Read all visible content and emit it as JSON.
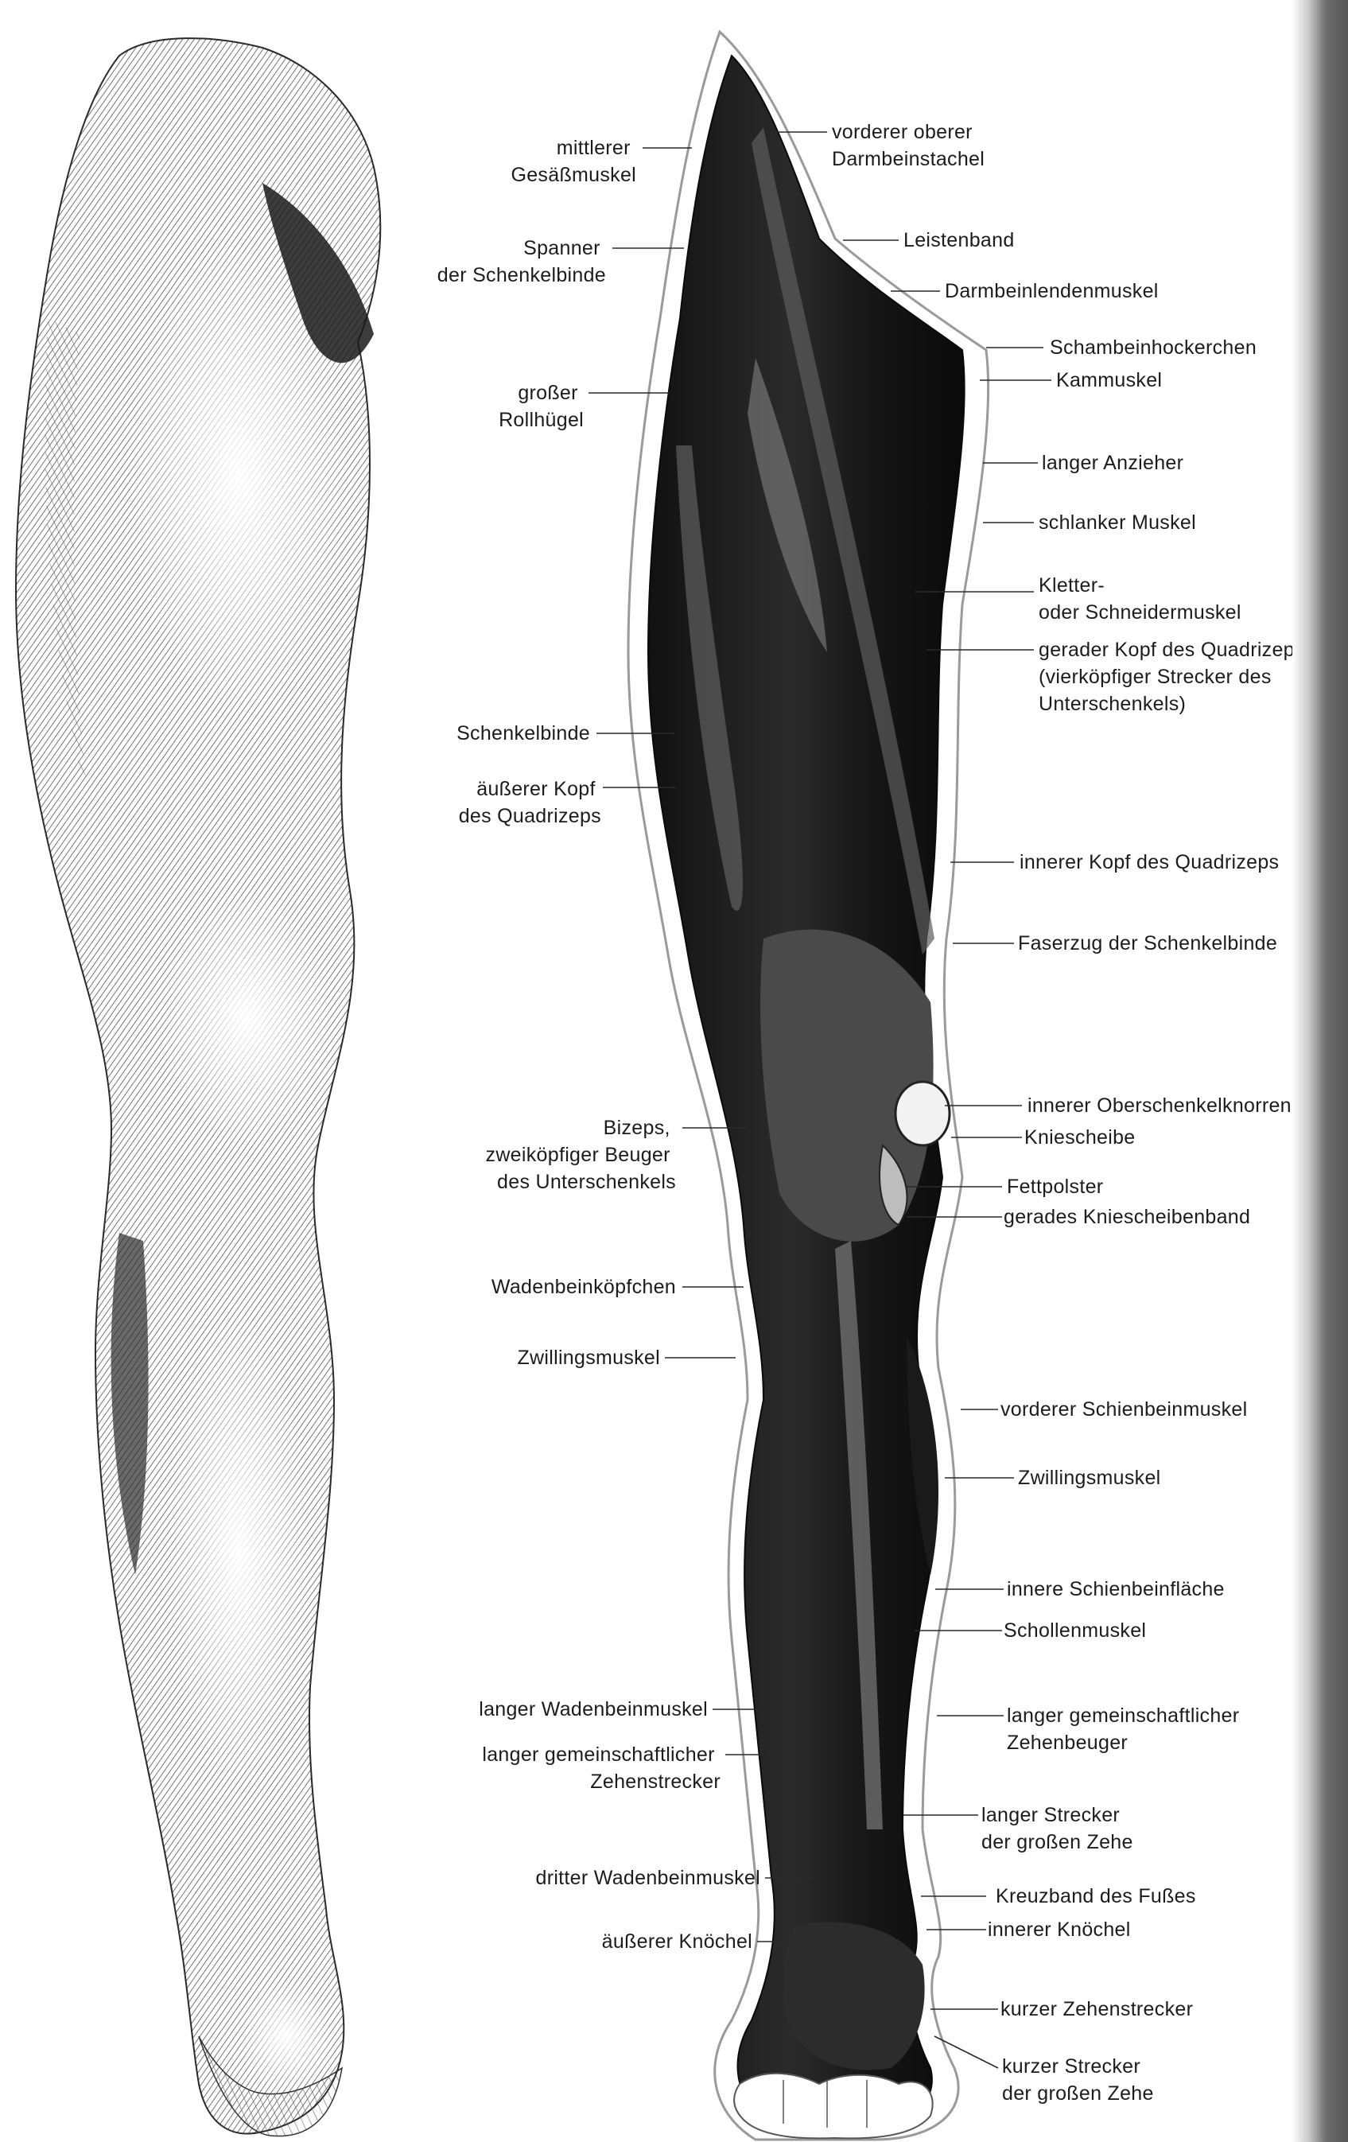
{
  "labels_left": [
    [
      "mittlerer",
      "Gesäßmuskel"
    ],
    [
      "Spanner",
      "der Schenkelbinde"
    ],
    [
      "großer",
      "Rollhügel"
    ],
    [
      "Schenkelbinde"
    ],
    [
      "äußerer Kopf",
      "des Quadrizeps"
    ],
    [
      "Bizeps,",
      "zweiköpfiger Beuger",
      "des Unterschenkels"
    ],
    [
      "Wadenbeinköpfchen"
    ],
    [
      "Zwillingsmuskel"
    ],
    [
      "langer Wadenbeinmuskel"
    ],
    [
      "langer gemeinschaftlicher",
      "Zehenstrecker"
    ],
    [
      "dritter Wadenbeinmuskel"
    ],
    [
      "äußerer Knöchel"
    ]
  ],
  "labels_right": [
    [
      "vorderer oberer",
      "Darmbeinstachel"
    ],
    [
      "Leistenband"
    ],
    [
      "Darmbeinlendenmuskel"
    ],
    [
      "Schambeinhockerchen"
    ],
    [
      "Kammuskel"
    ],
    [
      "langer Anzieher"
    ],
    [
      "schlanker Muskel"
    ],
    [
      "Kletter-",
      "oder Schneidermuskel"
    ],
    [
      "gerader Kopf des Quadrizeps",
      "(vierköpfiger Strecker des",
      "Unterschenkels)"
    ],
    [
      "innerer Kopf des Quadrizeps"
    ],
    [
      "Faserzug der Schenkelbinde"
    ],
    [
      "innerer Oberschenkelknorren"
    ],
    [
      "Kniescheibe"
    ],
    [
      "Fettpolster"
    ],
    [
      "gerades Kniescheibenband"
    ],
    [
      "vorderer Schienbeinmuskel"
    ],
    [
      "Zwillingsmuskel"
    ],
    [
      "innere Schienbeinfläche"
    ],
    [
      "Schollenmuskel"
    ],
    [
      "langer gemeinschaftlicher",
      "Zehenbeuger"
    ],
    [
      "langer Strecker",
      "der großen Zehe"
    ],
    [
      "Kreuzband des Fußes"
    ],
    [
      "innerer Knöchel"
    ],
    [
      "kurzer Zehenstrecker"
    ],
    [
      "kurzer Strecker",
      "der großen Zehe"
    ]
  ]
}
